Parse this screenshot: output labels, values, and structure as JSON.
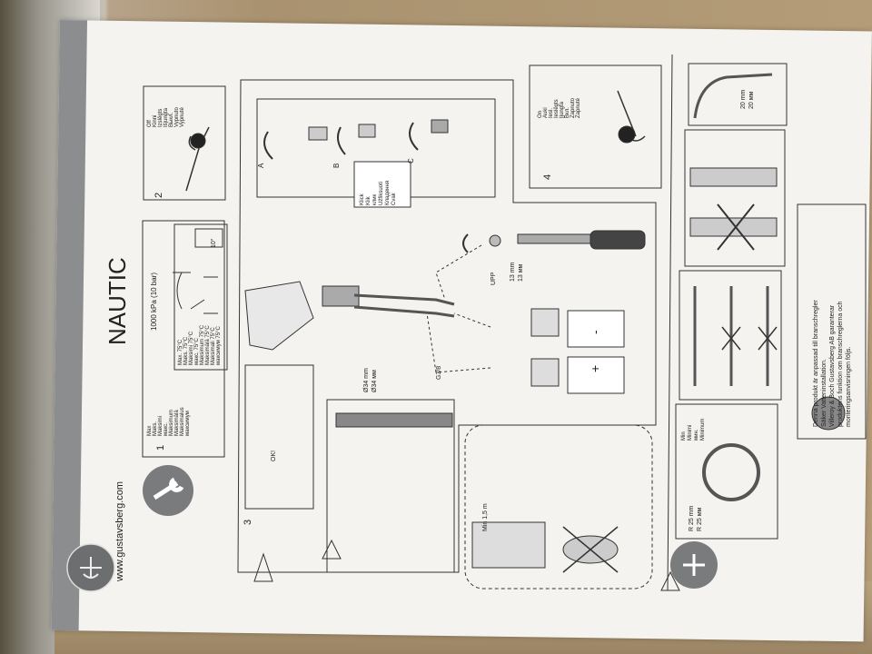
{
  "document": {
    "title": "NAUTIC",
    "website": "www.gustavsberg.com",
    "steps": [
      "1",
      "2",
      "3",
      "4"
    ],
    "step1": {
      "pressure": "1000 kPa (10 bar)",
      "max_labels": [
        "Max",
        "Maks.",
        "Maksimi",
        "макс.",
        "Maksimum",
        "Maksimālā",
        "Maksimalus",
        "максимум"
      ],
      "max_temps": [
        "Max. 75°C",
        "Maks. 75°C",
        "Maksimi 75°C",
        "макс. 75°C",
        "Maksimum 75°C",
        "Maksimālā 75°C",
        "Maksimali 75°C",
        "максимум 75°C"
      ],
      "angle": "10°"
    },
    "step2": {
      "off_labels": [
        "Off",
        "Kinni",
        "Izslēgts",
        "Išjungta",
        "Выкл.",
        "Vypnuto",
        "Vypnuté"
      ]
    },
    "step3": {
      "click_labels": [
        "Klick",
        "Klik",
        "клик",
        "Užfiksuoti",
        "Кладення",
        "Cvak"
      ],
      "details": [
        "A",
        "B",
        "C"
      ],
      "diameter": [
        "Ø34 mm",
        "Ø34 мм"
      ],
      "thread": "G3/8",
      "upp": "UPP",
      "wrench": [
        "13 mm",
        "13 мм"
      ],
      "ok": "OK!",
      "min_height": "Min 1,5 m",
      "plus": "+",
      "minus": "-"
    },
    "step4": {
      "on_labels": [
        "On",
        "Auki",
        "Iesl.",
        "Ieslēgts",
        "Įjungta",
        "Вкл.",
        "Zapnuto",
        "Zapnuté"
      ]
    },
    "hose": {
      "length": [
        "20 mm",
        "20 мм"
      ],
      "bend_radius": [
        "R 25 mm",
        "R 25 мм"
      ],
      "minimum": [
        "Min",
        "Minimi",
        "мин.",
        "Minimum"
      ]
    },
    "notice": [
      "Denna produkt är anpassad till branschregler",
      "Säker Vatteninstallation.",
      "Villeroy & Boch Gustavsberg AB garanterar",
      "produktens funktion om branschreglerna och",
      "monteringsanvisningen följs."
    ],
    "seal_text": "SÄKER VATTENINSTALLATION"
  }
}
